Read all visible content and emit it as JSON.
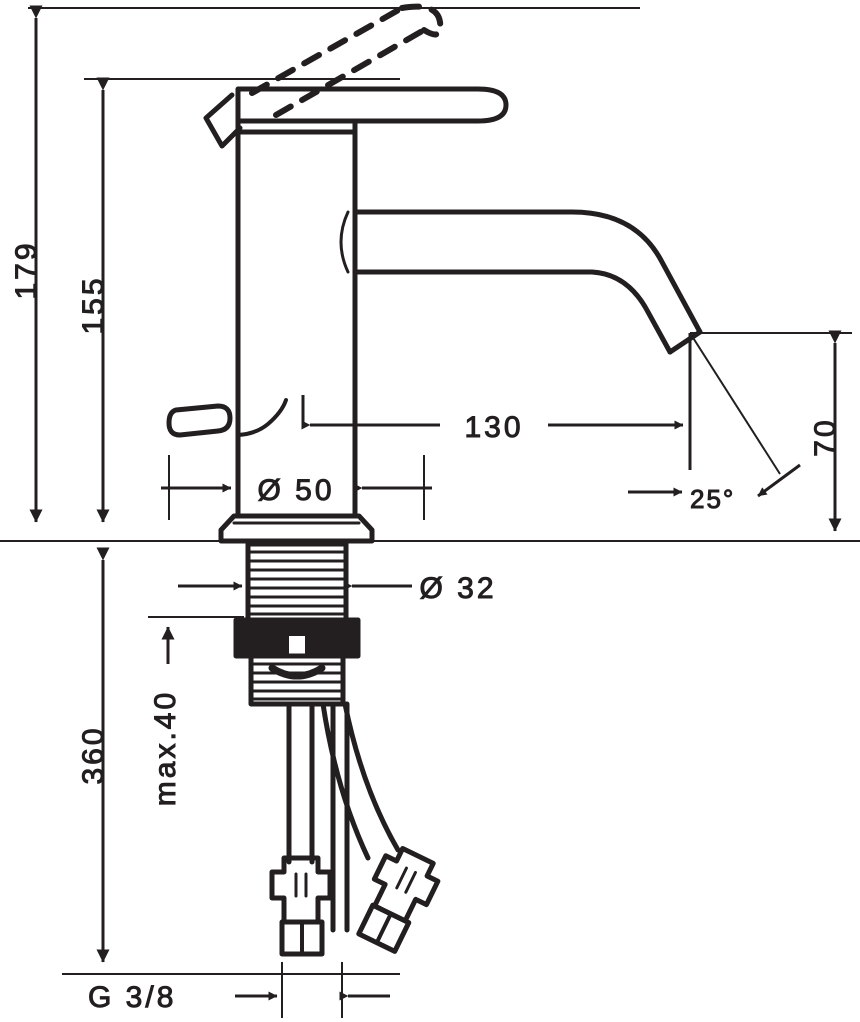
{
  "drawing": {
    "type": "technical-dimension-drawing",
    "subject": "single-lever basin mixer faucet",
    "units": "mm",
    "line_color": "#231f20",
    "background": "#ffffff"
  },
  "dimensions": {
    "total_height": "179",
    "spout_height": "155",
    "spout_reach": "130",
    "body_diameter": "Ø 50",
    "shank_diameter": "Ø 32",
    "hose_length": "360",
    "max_thickness": "max.40",
    "outlet_height": "70",
    "outlet_angle": "25°",
    "thread_size": "G 3/8"
  },
  "labels": [
    {
      "id": "total-height",
      "text": "179",
      "orientation": "vertical"
    },
    {
      "id": "spout-height",
      "text": "155",
      "orientation": "vertical"
    },
    {
      "id": "hose-length",
      "text": "360",
      "orientation": "vertical"
    },
    {
      "id": "max-thickness",
      "text": "max.40",
      "orientation": "vertical"
    },
    {
      "id": "outlet-height",
      "text": "70",
      "orientation": "vertical"
    },
    {
      "id": "spout-reach",
      "text": "130",
      "orientation": "horizontal"
    },
    {
      "id": "body-diameter",
      "text": "Ø 50",
      "orientation": "horizontal"
    },
    {
      "id": "shank-diameter",
      "text": "Ø 32",
      "orientation": "horizontal"
    },
    {
      "id": "outlet-angle",
      "text": "25°",
      "orientation": "horizontal"
    },
    {
      "id": "thread-size",
      "text": "G 3/8",
      "orientation": "horizontal"
    }
  ]
}
